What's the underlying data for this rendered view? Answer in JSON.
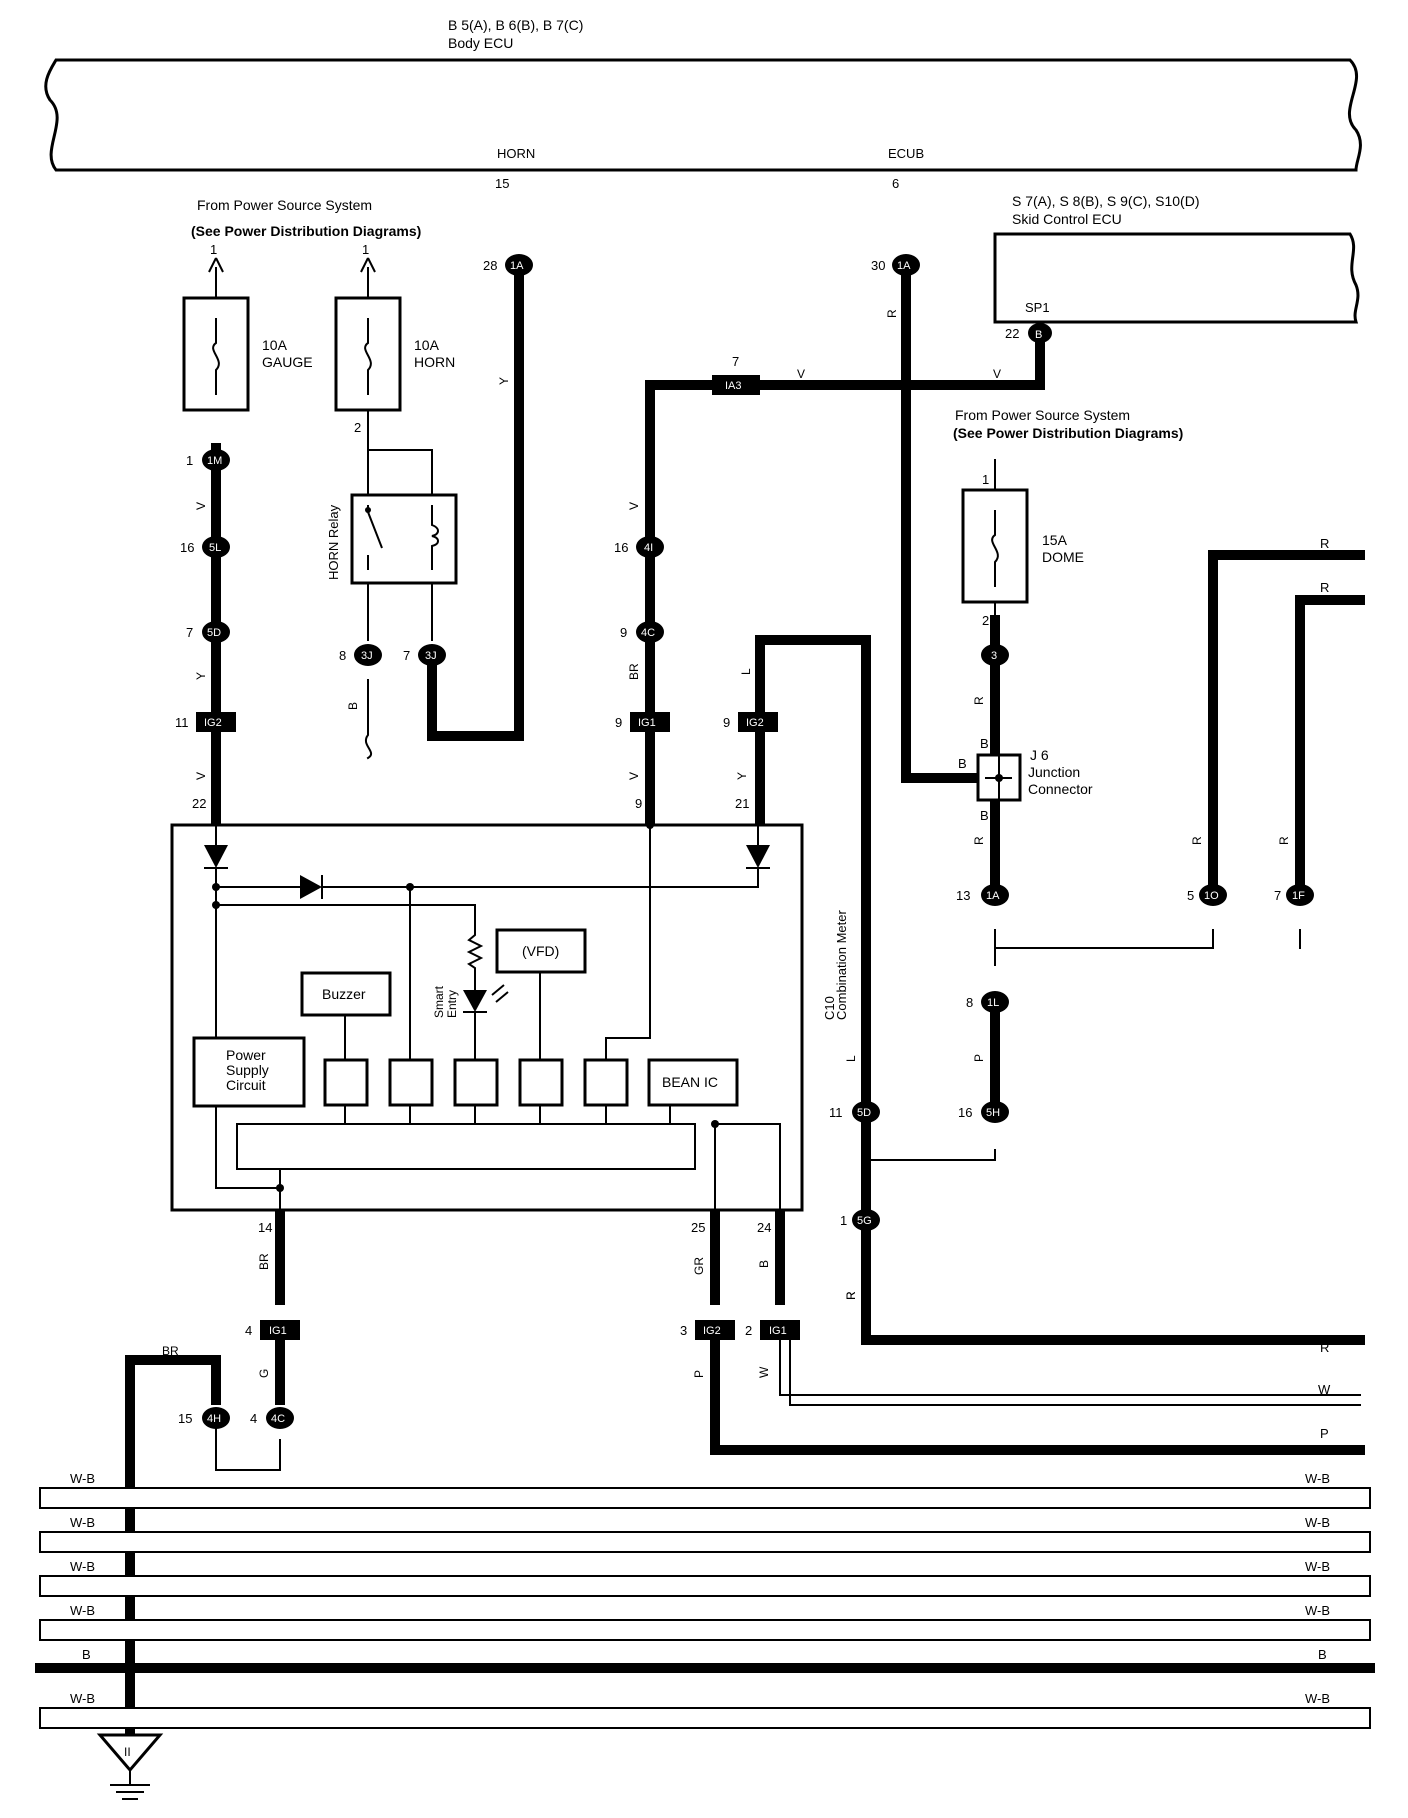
{
  "body_ecu": {
    "codes": "B 5(A), B 6(B), B 7(C)",
    "name": "Body ECU",
    "pin_horn": "HORN",
    "pin_horn_no": "15",
    "pin_ecub": "ECUB",
    "pin_ecub_no": "6"
  },
  "skid_ecu": {
    "codes": "S 7(A), S 8(B), S 9(C), S10(D)",
    "name": "Skid Control ECU",
    "pin": "SP1",
    "pin_no": "22",
    "conn": "B"
  },
  "power_source_left": {
    "line1": "From Power Source System",
    "line2": "(See Power Distribution Diagrams)"
  },
  "power_source_right": {
    "line1": "From Power Source System",
    "line2": "(See Power Distribution Diagrams)"
  },
  "fuses": [
    {
      "amp": "10A",
      "name": "GAUGE"
    },
    {
      "amp": "10A",
      "name": "HORN"
    },
    {
      "amp": "15A",
      "name": "DOME"
    }
  ],
  "horn_relay": "HORN Relay",
  "junction": {
    "id": "J 6",
    "name1": "Junction",
    "name2": "Connector",
    "pin_top": "B",
    "pin_left": "B",
    "pin_bottom": "B"
  },
  "meter": {
    "code": "C10",
    "name": "Combination Meter",
    "buzzer": "Buzzer",
    "vfd": "(VFD)",
    "power_supply": [
      "Power",
      "Supply",
      "Circuit"
    ],
    "bean": "BEAN IC",
    "smart_entry": [
      "Smart",
      "Entry"
    ]
  },
  "connectors": {
    "c1M": "1M",
    "c5L": "5L",
    "c5D": "5D",
    "cIG2a": "IG2",
    "c3J": "3J",
    "c3Jb": "3J",
    "c1A": "1A",
    "c1Ab": "1A",
    "cIA3": "IA3",
    "c4I": "4I",
    "c4C": "4C",
    "cIG1a": "IG1",
    "cIG2b": "IG2",
    "c3": "3",
    "c1Ac": "1A",
    "c1O": "1O",
    "c1F": "1F",
    "c1L": "1L",
    "c5Db": "5D",
    "c5H": "5H",
    "c5G": "5G",
    "cIG1b": "IG1",
    "cIG2c": "IG2",
    "cIG1c": "IG1",
    "c4H": "4H",
    "c4Cb": "4C"
  },
  "pin_numbers": [
    "1",
    "1",
    "2",
    "1",
    "16",
    "7",
    "11",
    "8",
    "7",
    "28",
    "30",
    "7",
    "16",
    "9",
    "9",
    "9",
    "1",
    "2",
    "13",
    "5",
    "7",
    "8",
    "11",
    "16",
    "1",
    "22",
    "9",
    "21",
    "14",
    "25",
    "24",
    "4",
    "3",
    "2",
    "15",
    "4"
  ],
  "wire_colors": [
    "Y",
    "R",
    "V",
    "V",
    "V",
    "V",
    "Y",
    "B",
    "V",
    "BR",
    "V",
    "L",
    "Y",
    "R",
    "R",
    "R",
    "R",
    "R",
    "P",
    "L",
    "R",
    "BR",
    "GR",
    "B",
    "G",
    "P",
    "W",
    "BR"
  ],
  "right_edge_labels": [
    "R",
    "R",
    "R",
    "W",
    "P"
  ],
  "ground_bus": [
    "W-B",
    "W-B",
    "W-B",
    "W-B",
    "B",
    "W-B"
  ],
  "ground_symbol": "II"
}
